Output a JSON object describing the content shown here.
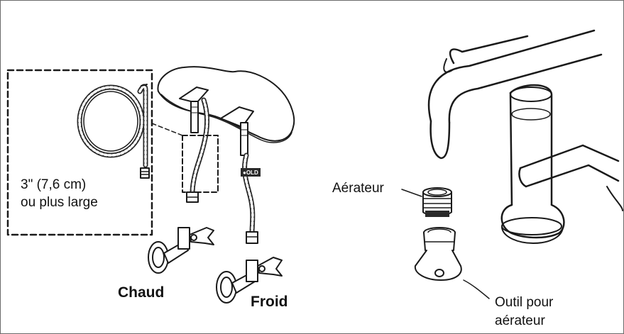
{
  "inset": {
    "size_line1": "3\" (7,6 cm)",
    "size_line2": "ou plus large"
  },
  "labels": {
    "hot": "Chaud",
    "cold": "Froid",
    "aerator": "Aérateur",
    "tool_line1": "Outil pour",
    "tool_line2": "aérateur"
  },
  "stamp": "●OLD"
}
